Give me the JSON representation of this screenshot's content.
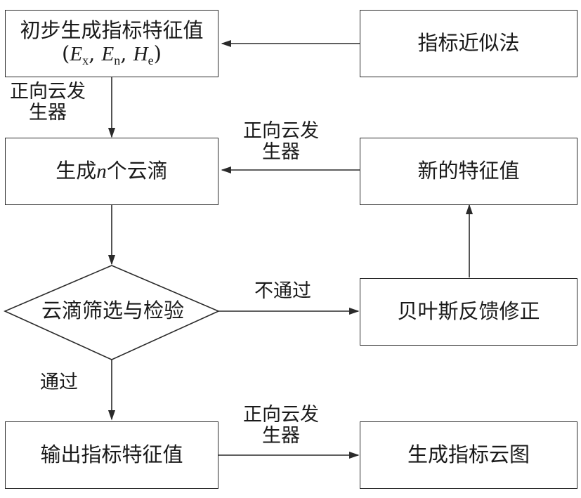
{
  "boxes": {
    "initial": {
      "line1": "初步生成指标特征值",
      "Ex": "E",
      "Ex_sub": "x",
      "En": "E",
      "En_sub": "n",
      "He": "H",
      "He_sub": "e"
    },
    "approx": "指标近似法",
    "gen_drops_pre": "生成",
    "gen_drops_n": "n",
    "gen_drops_post": "个云滴",
    "new_values": "新的特征值",
    "screen": "云滴筛选与检验",
    "bayes": "贝叶斯反馈修正",
    "output": "输出指标特征值",
    "cloud_map": "生成指标云图"
  },
  "edge_labels": {
    "forward_a1": "正向云发",
    "forward_a2": "生器",
    "forward_b1": "正向云发",
    "forward_b2": "生器",
    "forward_c1": "正向云发",
    "forward_c2": "生器",
    "fail": "不通过",
    "pass": "通过"
  }
}
